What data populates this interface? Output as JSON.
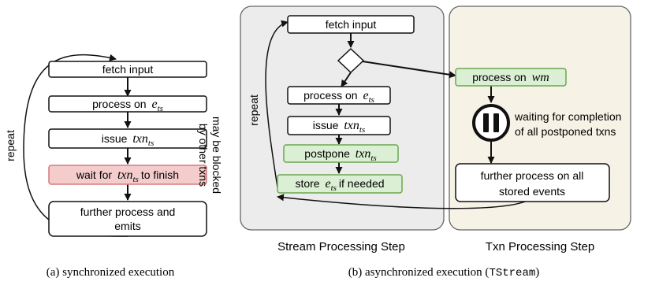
{
  "panel_a": {
    "fetch_input": "fetch input",
    "process_on": "process on",
    "issue": "issue",
    "wait_for": "wait for",
    "to_finish": "to finish",
    "further_process_line1": "further process and",
    "further_process_line2": "emits",
    "repeat": "repeat",
    "may_be_blocked_line1": "may be blocked",
    "may_be_blocked_line2": "by other txns",
    "caption": "(a) synchronized execution"
  },
  "panel_b": {
    "fetch_input": "fetch input",
    "process_on": "process on",
    "issue": "issue",
    "postpone": "postpone",
    "store": "store",
    "if_needed": "if needed",
    "repeat": "repeat",
    "process_on_wm_prefix": "process on",
    "wm": "wm",
    "waiting_line1": "waiting for completion",
    "waiting_line2": "of all postponed txns",
    "further_line1": "further process on all",
    "further_line2": "stored events",
    "stream_step_label": "Stream Processing Step",
    "txn_step_label": "Txn Processing Step",
    "caption_prefix": "(b) asynchronized execution (",
    "caption_code": "TStream",
    "caption_suffix": ")"
  },
  "math": {
    "e": "e",
    "ts": "ts",
    "txn": "txn"
  },
  "colors": {
    "box_fill": "#ffffff",
    "red_fill": "#f4cccc",
    "red_stroke": "#d77a7a",
    "green_fill": "#dbefd4",
    "green_stroke": "#6aa84f",
    "stream_panel_fill": "#ececec",
    "txn_panel_fill": "#f6f2e6"
  },
  "icons": {
    "pause": "pause-icon",
    "decision": "decision-diamond"
  }
}
